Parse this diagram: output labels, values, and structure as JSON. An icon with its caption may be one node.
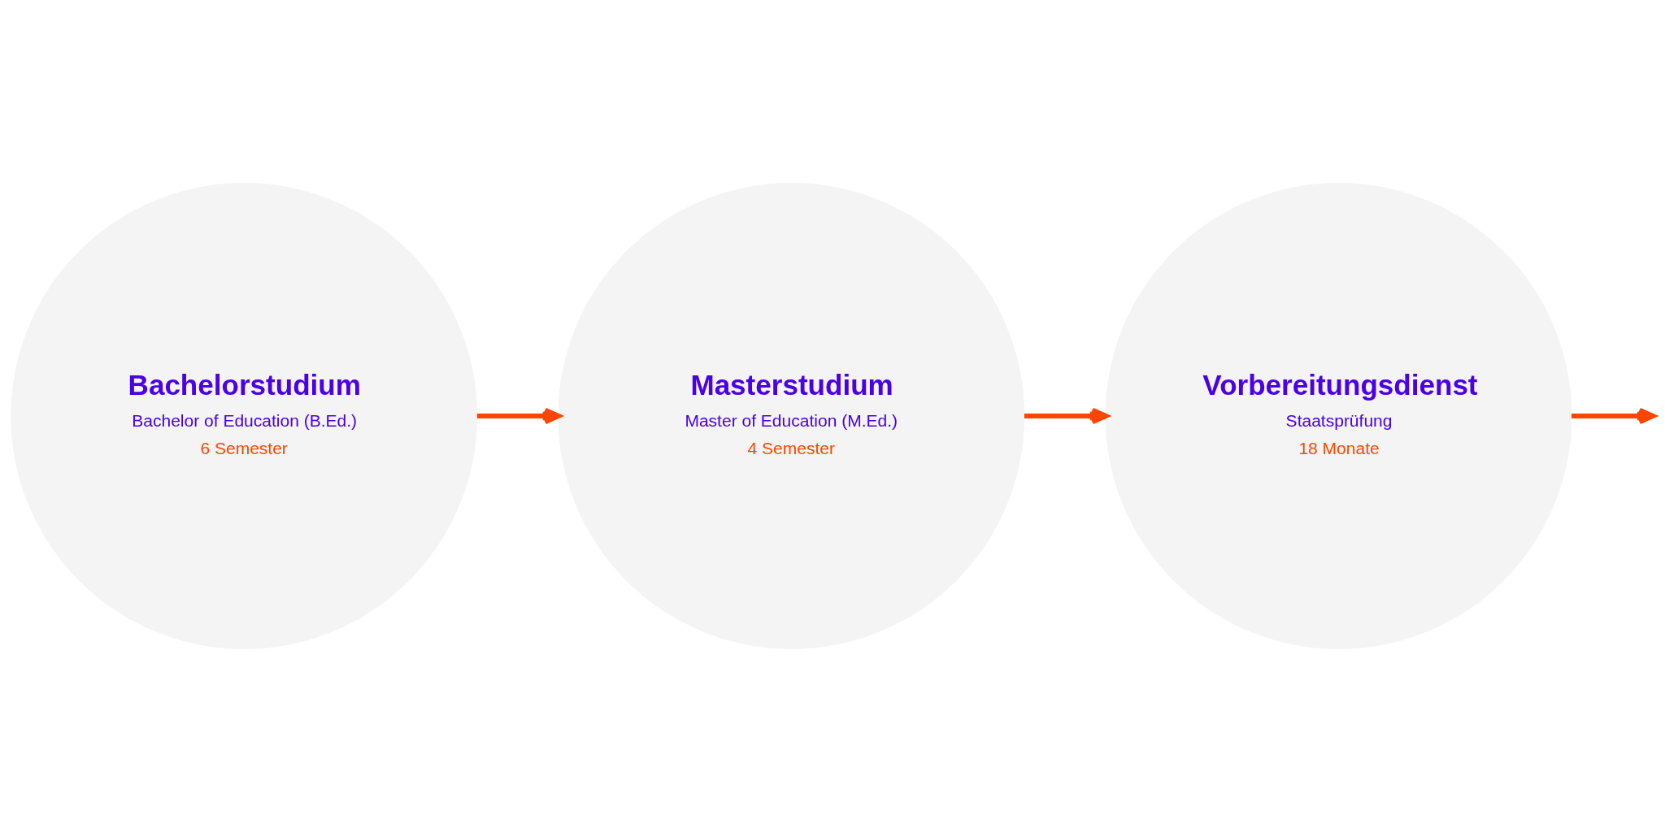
{
  "diagram": {
    "nodes": [
      {
        "text": [
          "Bachelorstudium",
          "Bachelor of Education (B.Ed.)",
          "6 Semester"
        ]
      },
      {
        "text": [
          "Masterstudium",
          "Master of Education (M.Ed.)",
          "4 Semester"
        ]
      },
      {
        "text": [
          "Vorbereitungsdienst",
          "Staatsprüfung",
          "18 Monate"
        ]
      }
    ],
    "edges": [
      {
        "from": 0,
        "to": 1,
        "arrow": "to"
      },
      {
        "from": 1,
        "to": 2,
        "arrow": "to"
      },
      {
        "from": 2,
        "to": null,
        "arrow": "to"
      }
    ]
  }
}
